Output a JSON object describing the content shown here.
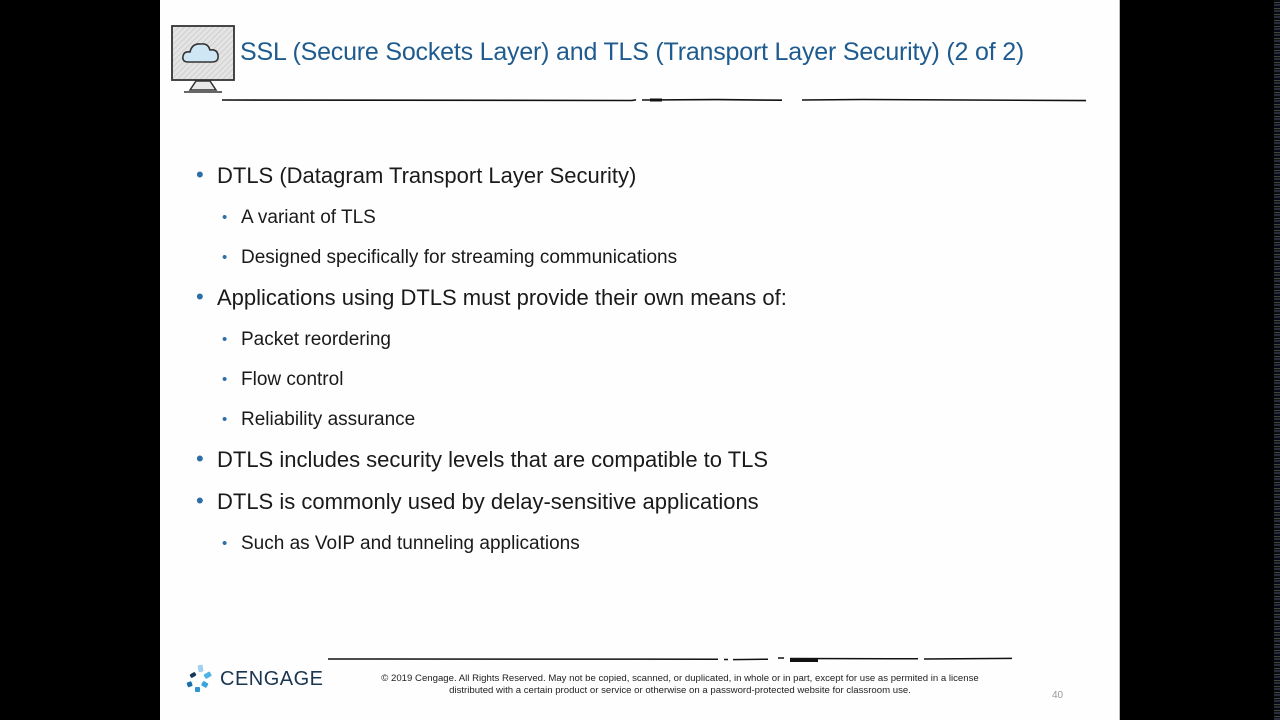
{
  "slide": {
    "title": "SSL (Secure Sockets Layer) and TLS (Transport Layer Security) (2 of 2)",
    "title_icon": "cloud-monitor-icon",
    "title_color": "#1f5b8e",
    "bullets": [
      {
        "level": 1,
        "text": "DTLS (Datagram Transport Layer Security)"
      },
      {
        "level": 2,
        "text": "A variant of TLS"
      },
      {
        "level": 2,
        "text": "Designed specifically for streaming communications"
      },
      {
        "level": 1,
        "text": "Applications using DTLS must provide their own means of:"
      },
      {
        "level": 2,
        "text": "Packet reordering"
      },
      {
        "level": 2,
        "text": "Flow control"
      },
      {
        "level": 2,
        "text": "Reliability assurance"
      },
      {
        "level": 1,
        "text": "DTLS includes security levels that are compatible to TLS"
      },
      {
        "level": 1,
        "text": "DTLS is commonly used by delay-sensitive applications"
      },
      {
        "level": 2,
        "text": "Such as VoIP and tunneling applications"
      }
    ],
    "bullet_glyph": "•",
    "bullet_color": "#2c6ea6"
  },
  "footer": {
    "brand": "CENGAGE",
    "brand_icon": "cengage-logo-icon",
    "copyright_line1": "© 2019 Cengage. All Rights Reserved. May not be copied, scanned, or duplicated, in whole or in part, except for use as permited in a license",
    "copyright_line2": "distributed with a certain product or service or otherwise on a password-protected website for classroom use.",
    "page_number": "40"
  }
}
